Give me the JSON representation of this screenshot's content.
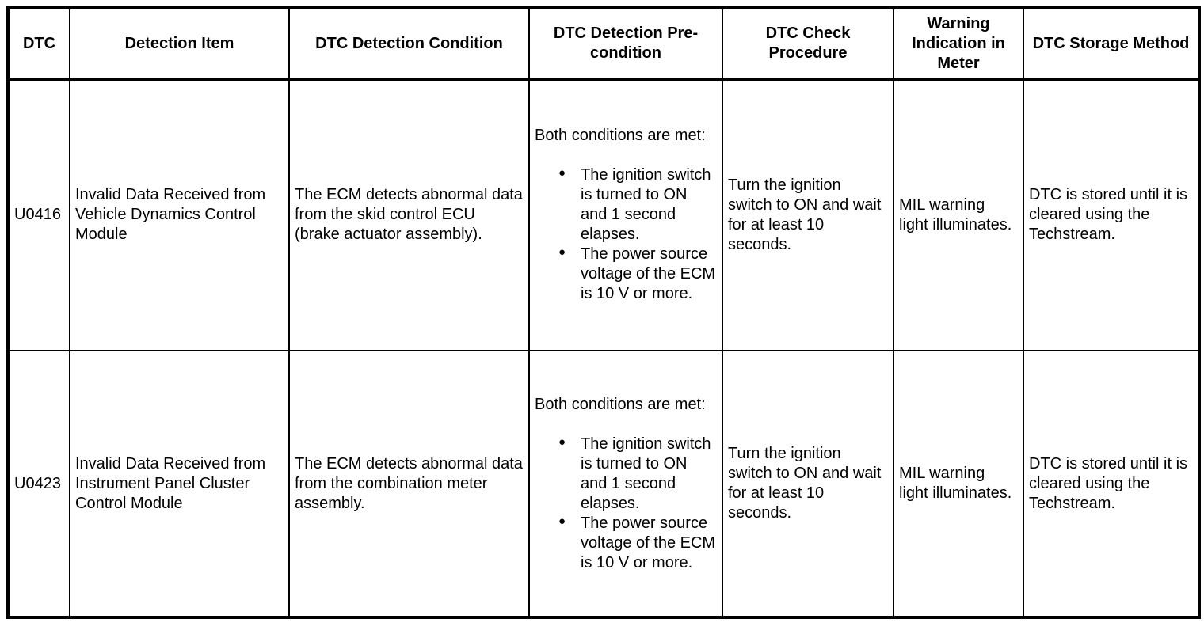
{
  "table": {
    "headers": [
      "DTC",
      "Detection Item",
      "DTC Detection Condition",
      "DTC Detection Pre-condition",
      "DTC Check Procedure",
      "Warning Indication in Meter",
      "DTC Storage Method"
    ],
    "rows": [
      {
        "dtc": "U0416",
        "detection_item": "Invalid Data Received from Vehicle Dynamics Control Module",
        "detection_condition": "The ECM detects abnormal data from the skid control ECU (brake actuator assembly).",
        "precondition": {
          "intro": "Both conditions are met:",
          "bullets": [
            "The ignition switch is turned to ON and 1 second elapses.",
            "The power source voltage of the ECM is 10 V or more."
          ]
        },
        "check_procedure": "Turn the ignition switch to ON and wait for at least 10 seconds.",
        "warning_indication": "MIL warning light illuminates.",
        "storage_method": "DTC is stored until it is cleared using the Techstream."
      },
      {
        "dtc": "U0423",
        "detection_item": "Invalid Data Received from Instrument Panel Cluster Control Module",
        "detection_condition": "The ECM detects abnormal data from the combination meter assembly.",
        "precondition": {
          "intro": "Both conditions are met:",
          "bullets": [
            "The ignition switch is turned to ON and 1 second elapses.",
            "The power source voltage of the ECM is 10 V or more."
          ]
        },
        "check_procedure": "Turn the ignition switch to ON and wait for at least 10 seconds.",
        "warning_indication": "MIL warning light illuminates.",
        "storage_method": "DTC is stored until it is cleared using the Techstream."
      }
    ]
  }
}
